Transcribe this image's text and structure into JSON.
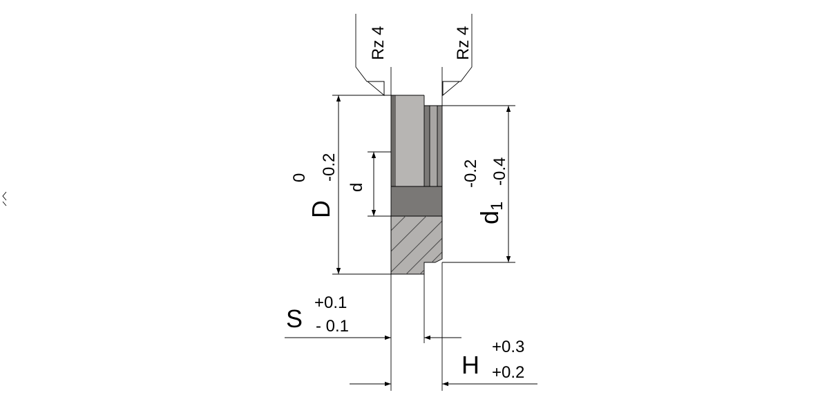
{
  "colors": {
    "background": "#ffffff",
    "line": "#000000",
    "body_light": "#b7b5b3",
    "body_mid": "#a8a6a4",
    "body_dark": "#6f6d6b",
    "band_dark": "#7a7876",
    "section_fill": "#b3b1af",
    "hatch": "#4a4a4a"
  },
  "surface_finish": {
    "left": "Rz 4",
    "right": "Rz 4"
  },
  "dimensions": {
    "D": {
      "label": "D",
      "upper": "0",
      "lower": "-0.2"
    },
    "d": {
      "label": "d"
    },
    "d1": {
      "label": "d",
      "subscript": "1",
      "upper": "-0.2",
      "lower": "-0.4"
    },
    "S": {
      "label": "S",
      "upper": "+0.1",
      "lower": "- 0.1"
    },
    "H": {
      "label": "H",
      "upper": "+0.3",
      "lower": "+0.2"
    }
  }
}
